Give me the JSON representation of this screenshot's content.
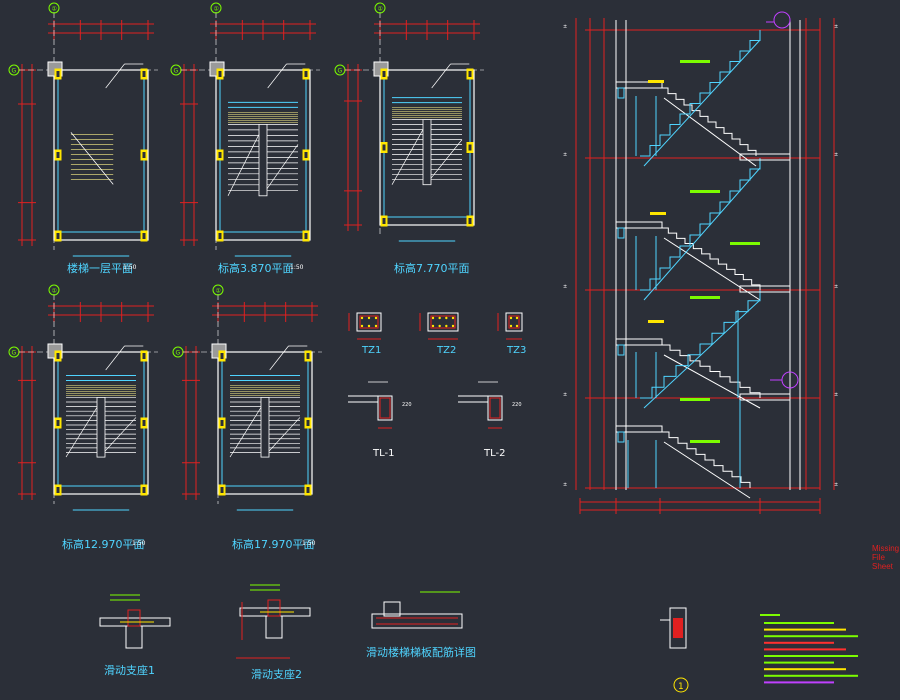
{
  "plan_titles": {
    "plan1": "楼梯一层平面",
    "plan2": "标高3.870平面",
    "plan3": "标高7.770平面",
    "plan4": "标高12.970平面",
    "plan5": "标高17.970平面",
    "scale": "1:50"
  },
  "column_labels": [
    "TZ1",
    "TZ2",
    "TZ3"
  ],
  "beam_labels": [
    "TL-1",
    "TL-2"
  ],
  "detail_titles": {
    "slide1": "滑动支座1",
    "slide2": "滑动支座2",
    "slab": "滑动楼梯梯板配筋详图"
  },
  "axis_labels": {
    "top": "①",
    "left": "G",
    "section": "1"
  },
  "title_block": [
    "Missing",
    "File",
    "Sheet"
  ],
  "colors": {
    "background": "#2b2f38",
    "wall": "#ffffff",
    "dimension": "#e02020",
    "structure": "#4fd4ff",
    "column": "#ffe600",
    "text": "#7cfc00",
    "hatch": "#d8cf7a",
    "callout": "#c040ff"
  }
}
